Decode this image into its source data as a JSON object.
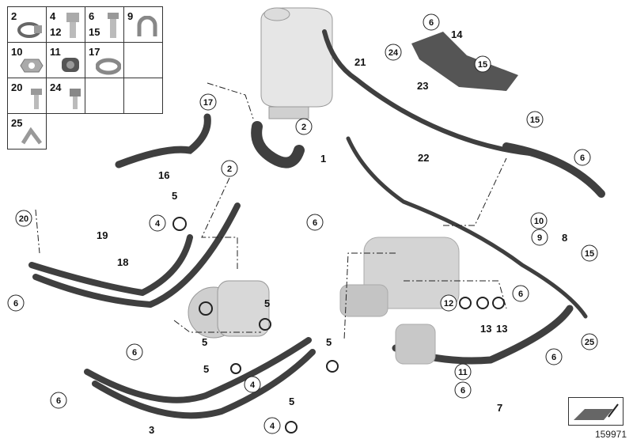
{
  "legend": {
    "cells": [
      {
        "labels": [
          "2"
        ],
        "icon": "hose-clamp-icon"
      },
      {
        "labels": [
          "4",
          "12"
        ],
        "icon": "hollow-bolt-icon"
      },
      {
        "labels": [
          "6",
          "15"
        ],
        "icon": "hex-bolt-icon"
      },
      {
        "labels": [
          "9"
        ],
        "icon": "pipe-clip-icon"
      },
      {
        "labels": [
          "10"
        ],
        "icon": "hex-nut-icon"
      },
      {
        "labels": [
          "11"
        ],
        "icon": "rubber-mount-icon"
      },
      {
        "labels": [
          "17"
        ],
        "icon": "clamp-band-icon"
      },
      {
        "labels": [
          ""
        ],
        "icon": ""
      },
      {
        "labels": [
          "20"
        ],
        "icon": "screw-icon"
      },
      {
        "labels": [
          "24"
        ],
        "icon": "socket-screw-icon"
      },
      {
        "labels": [
          ""
        ],
        "icon": ""
      },
      {
        "labels": [
          ""
        ],
        "icon": ""
      },
      {
        "labels": [
          "25"
        ],
        "icon": "spring-clip-icon"
      }
    ]
  },
  "callouts": {
    "c1": "1",
    "c2a": "2",
    "c2b": "2",
    "c3": "3",
    "c4a": "4",
    "c4b": "4",
    "c4c": "4",
    "c5a": "5",
    "c5b": "5",
    "c5c": "5",
    "c5d": "5",
    "c5e": "5",
    "c5f": "5",
    "c6a": "6",
    "c6b": "6",
    "c6c": "6",
    "c6d": "6",
    "c6e": "6",
    "c6f": "6",
    "c6g": "6",
    "c6h": "6",
    "c6i": "6",
    "c7": "7",
    "c8": "8",
    "c9": "9",
    "c10": "10",
    "c11": "11",
    "c12": "12",
    "c13a": "13",
    "c13b": "13",
    "c14": "14",
    "c15a": "15",
    "c15b": "15",
    "c15c": "15",
    "c16": "16",
    "c17": "17",
    "c18": "18",
    "c19": "19",
    "c20": "20",
    "c21": "21",
    "c22": "22",
    "c23": "23",
    "c24": "24",
    "c25": "25"
  },
  "document_number": "159971",
  "colors": {
    "hose": "#3f3f3f",
    "part": "#c8c8c8",
    "line": "#222222"
  }
}
